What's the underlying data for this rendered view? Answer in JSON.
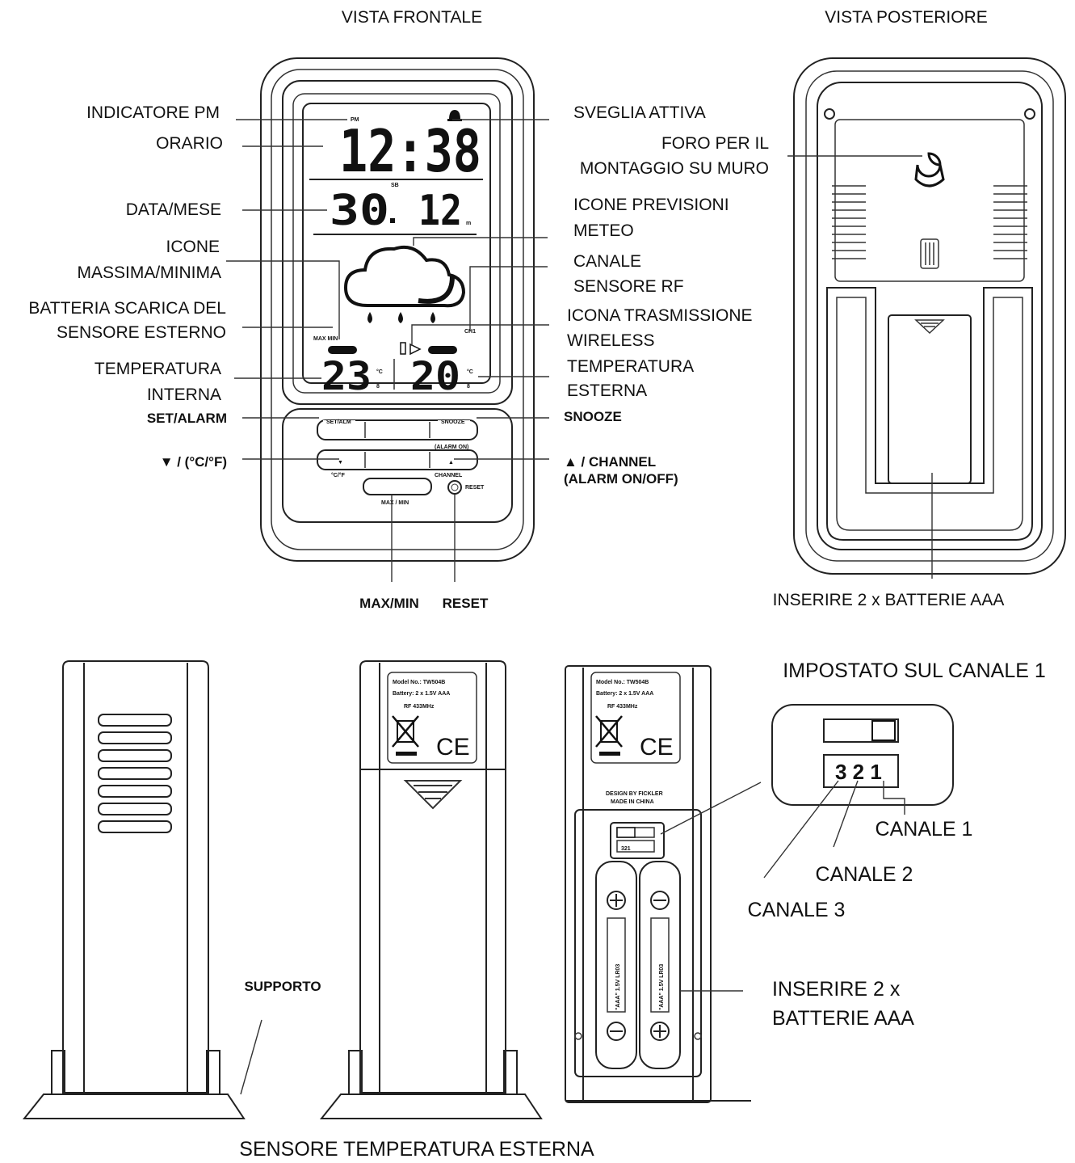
{
  "headings": {
    "front": "VISTA FRONTALE",
    "back": "VISTA POSTERIORE",
    "sensor": "SENSORE TEMPERATURA ESTERNA",
    "channel_set": "IMPOSTATO SUL CANALE 1"
  },
  "front_labels": {
    "pm_indicator": "INDICATORE PM",
    "time": "ORARIO",
    "date_month": "DATA/MESE",
    "maxmin_icons_1": "ICONE",
    "maxmin_icons_2": "MASSIMA/MINIMA",
    "low_battery_1": "BATTERIA SCARICA DEL",
    "low_battery_2": "SENSORE ESTERNO",
    "indoor_temp_1": "TEMPERATURA",
    "indoor_temp_2": "INTERNA",
    "set_alarm": "SET/ALARM",
    "down_cf": "▼ / (°C/°F)",
    "alarm_active": "SVEGLIA ATTIVA",
    "forecast_1": "ICONE PREVISIONI",
    "forecast_2": "METEO",
    "rf_channel_1": "CANALE",
    "rf_channel_2": "SENSORE RF",
    "wireless_1": "ICONA TRASMISSIONE",
    "wireless_2": "WIRELESS",
    "outdoor_temp_1": "TEMPERATURA",
    "outdoor_temp_2": "ESTERNA",
    "snooze": "SNOOZE",
    "up_channel_1": "▲ / CHANNEL",
    "up_channel_2": "(ALARM ON/OFF)",
    "maxmin": "MAX/MIN",
    "reset": "RESET"
  },
  "back_labels": {
    "wall_hole_1": "FORO PER IL",
    "wall_hole_2": "MONTAGGIO SU MURO",
    "batteries": "INSERIRE 2 x BATTERIE AAA"
  },
  "lcd": {
    "pm": "PM",
    "time": "12:38",
    "weekday": "SB",
    "day": "30",
    "month": "12",
    "indoor_temp": "23",
    "indoor_dec": "8",
    "outdoor_temp": "20",
    "outdoor_dec": "8",
    "unit": "°C"
  },
  "sensor_labels": {
    "stand": "SUPPORTO",
    "ch1": "CANALE 1",
    "ch2": "CANALE 2",
    "ch3": "CANALE 3",
    "batteries_1": "INSERIRE 2 x",
    "batteries_2": "BATTERIE AAA",
    "switch_digits": "3 2 1",
    "plate_model": "Model No.: TW504B",
    "plate_battery": "Battery: 2 x 1.5V AAA",
    "plate_rf": "RF 433MHz",
    "ce": "CE",
    "made_in": "MADE IN CHINA",
    "battery_text": "\"AAA\" 1.5V LR03"
  },
  "colors": {
    "line": "#222222",
    "background": "#ffffff"
  }
}
